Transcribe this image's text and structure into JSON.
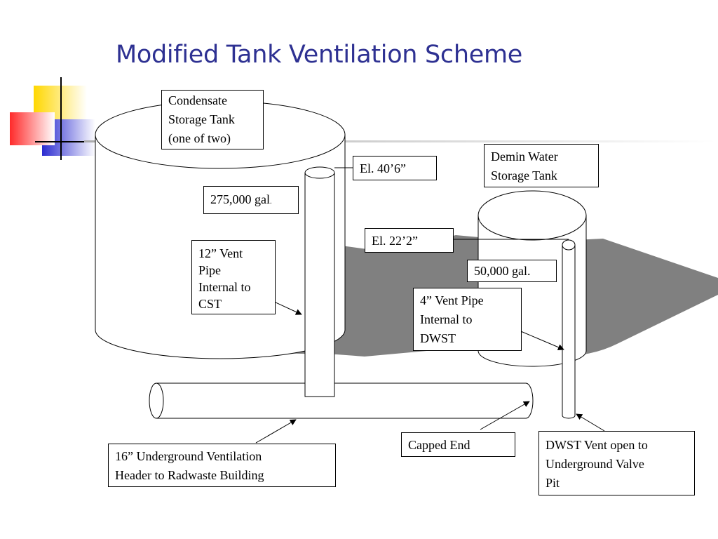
{
  "title": "Modified Tank Ventilation Scheme",
  "colors": {
    "title": "#2e3192",
    "shadow": "#808080",
    "accent_yellow": "#ffd700",
    "accent_red": "#ff3333",
    "accent_blue": "#3333cc"
  },
  "labels": {
    "cst_name": [
      "Condensate",
      "Storage Tank",
      "(one of two)"
    ],
    "cst_volume": "275,000 gal",
    "cst_volume_suffix": ".",
    "cst_elevation": "El. 40’6”",
    "vent_12": [
      "12” Vent",
      "Pipe",
      "Internal to",
      "CST"
    ],
    "dwst_name": [
      "Demin Water",
      "Storage Tank"
    ],
    "dwst_elevation": "El. 22’2”",
    "dwst_volume": "50,000 gal.",
    "vent_4": [
      "4” Vent Pipe",
      "Internal to",
      "DWST"
    ],
    "header_16": [
      "16” Underground Ventilation",
      "Header to Radwaste Building"
    ],
    "capped_end": "Capped End",
    "dwst_vent_open": [
      "DWST Vent open to",
      "Underground Valve",
      "Pit"
    ]
  }
}
